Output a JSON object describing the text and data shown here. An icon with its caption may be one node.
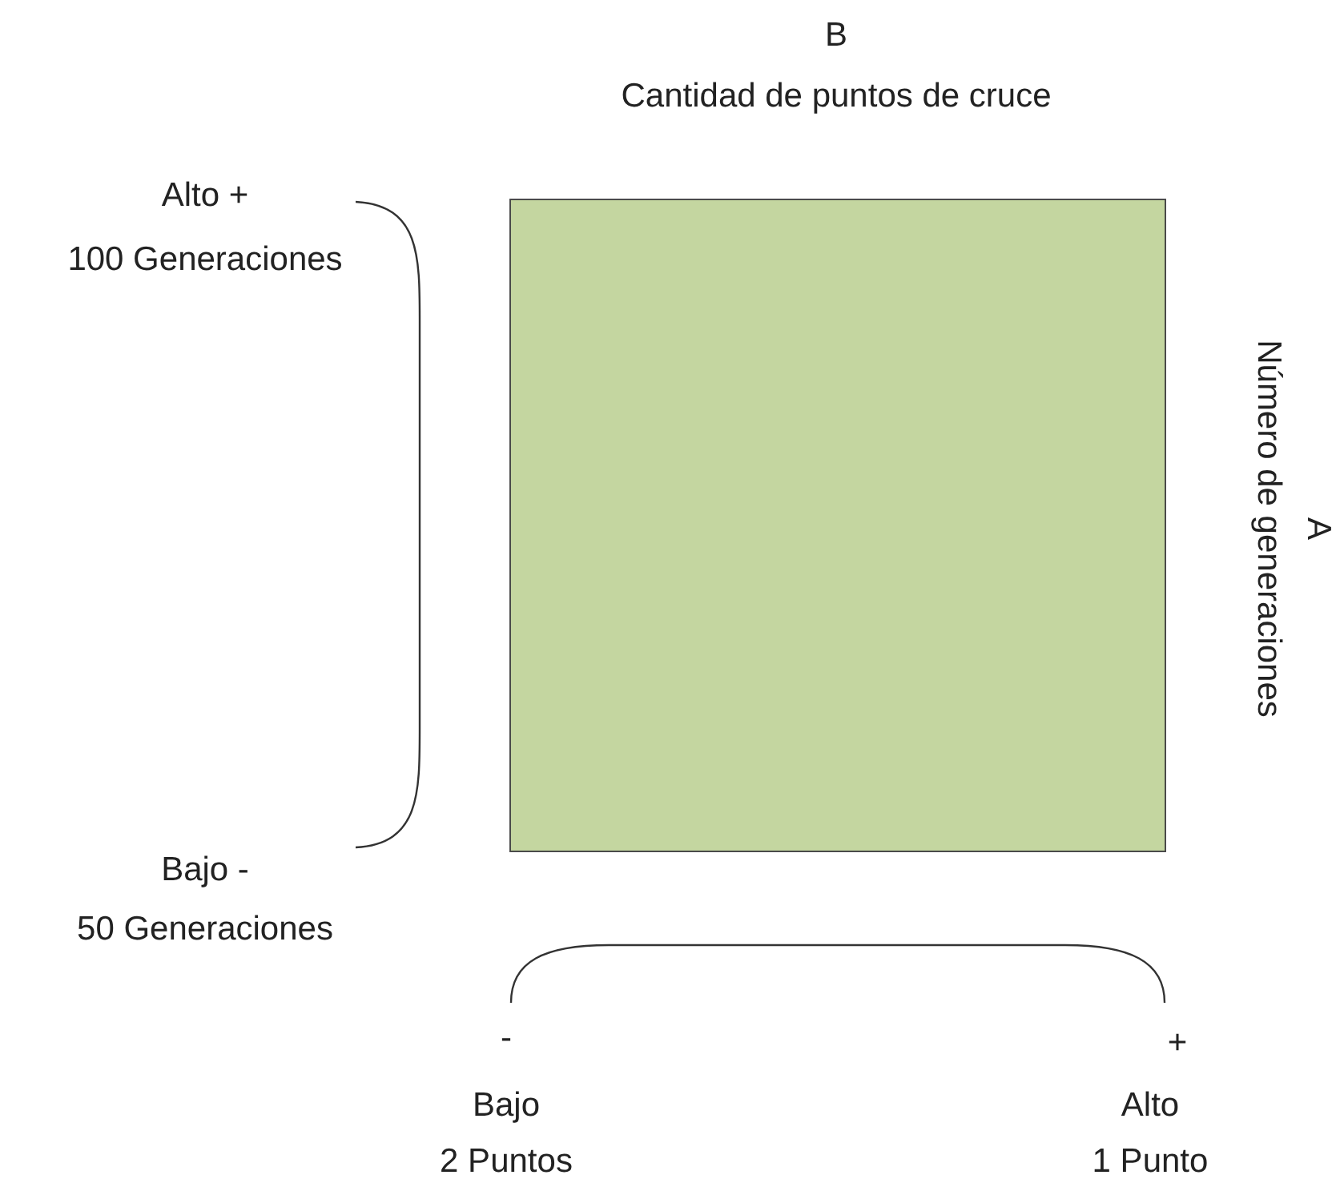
{
  "diagram": {
    "nodes": [
      {
        "text": [],
        "shape": "box"
      }
    ],
    "labels": [
      "B",
      "Cantidad de puntos de cruce",
      "Alto +",
      "100 Generaciones",
      "Bajo -",
      "50 Generaciones",
      "A",
      "Número de generaciones",
      "-",
      "+",
      "Bajo",
      "2 Puntos",
      "Alto",
      "1 Punto"
    ]
  }
}
